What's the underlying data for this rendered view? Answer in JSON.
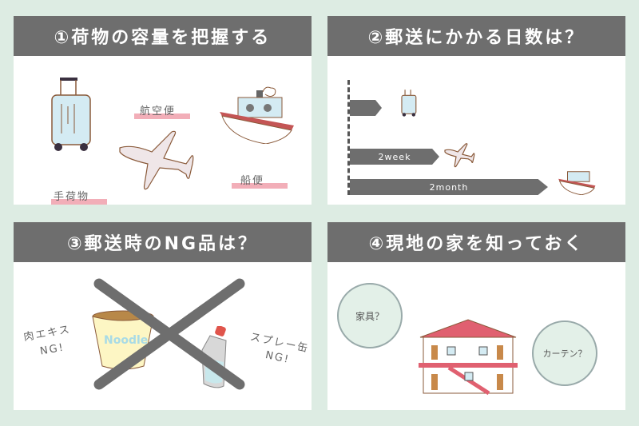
{
  "panels": [
    {
      "title": "①荷物の容量を把握する",
      "labels": {
        "carry_on": "手荷物",
        "air": "航空便",
        "ship": "船便"
      }
    },
    {
      "title": "②郵送にかかる日数は？",
      "bars": [
        "2week",
        "2month"
      ]
    },
    {
      "title": "③郵送時のNG品は？",
      "labels": {
        "meat": "肉エキス",
        "meat_ng": "NG!",
        "spray": "スプレー缶",
        "spray_ng": "NG!",
        "noodle": "Noodle"
      }
    },
    {
      "title": "④現地の家を知っておく",
      "bubbles": [
        "家具？",
        "カーテン？"
      ]
    }
  ],
  "colors": {
    "background": "#ddece3",
    "header": "#6e6e6e",
    "accent_pink": "#f2aeb8"
  }
}
